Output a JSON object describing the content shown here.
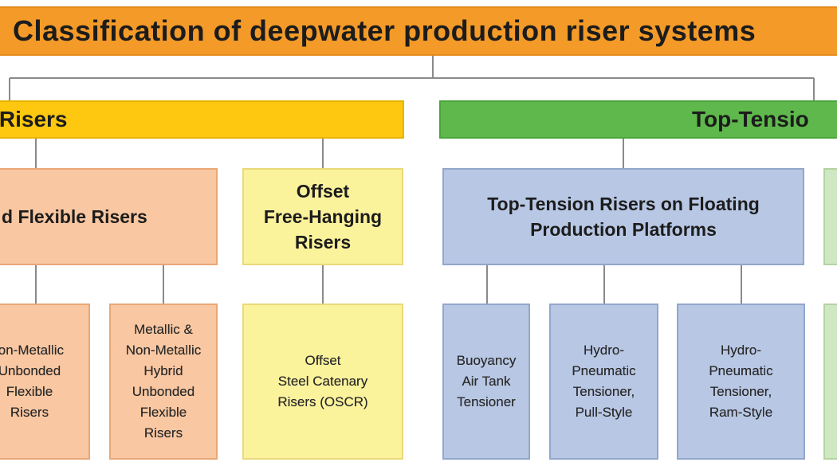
{
  "title": "Classification of deepwater production riser systems",
  "categories": {
    "free_hanging": "ging Risers",
    "top_tension": "Top-Tensio"
  },
  "subcategories": {
    "bonded_flexible": "d Flexible Risers",
    "offset_free_hanging": "Offset\nFree-Hanging\nRisers",
    "top_tension_floating": "Top-Tension Risers on Floating\nProduction Platforms"
  },
  "leaves": {
    "non_metallic": "lon-Metallic\nUnbonded\nFlexible\nRisers",
    "metallic_hybrid": "Metallic &\nNon-Metallic\nHybrid\nUnbonded\nFlexible\nRisers",
    "oscr": "Offset\nSteel Catenary\nRisers (OSCR)",
    "buoyancy": "Buoyancy\nAir Tank\nTensioner",
    "pull_style": "Hydro-\nPneumatic\nTensioner,\nPull-Style",
    "ram_style": "Hydro-\nPneumatic\nTensioner,\nRam-Style"
  },
  "colors": {
    "title": "#f39a28",
    "free_hanging": "#fdc80f",
    "top_tension": "#5fb84c",
    "orange_box": "#f9c7a1",
    "yellow_box": "#fbf29c",
    "blue_box": "#b8c7e4",
    "green_box": "#cfe7c2"
  }
}
